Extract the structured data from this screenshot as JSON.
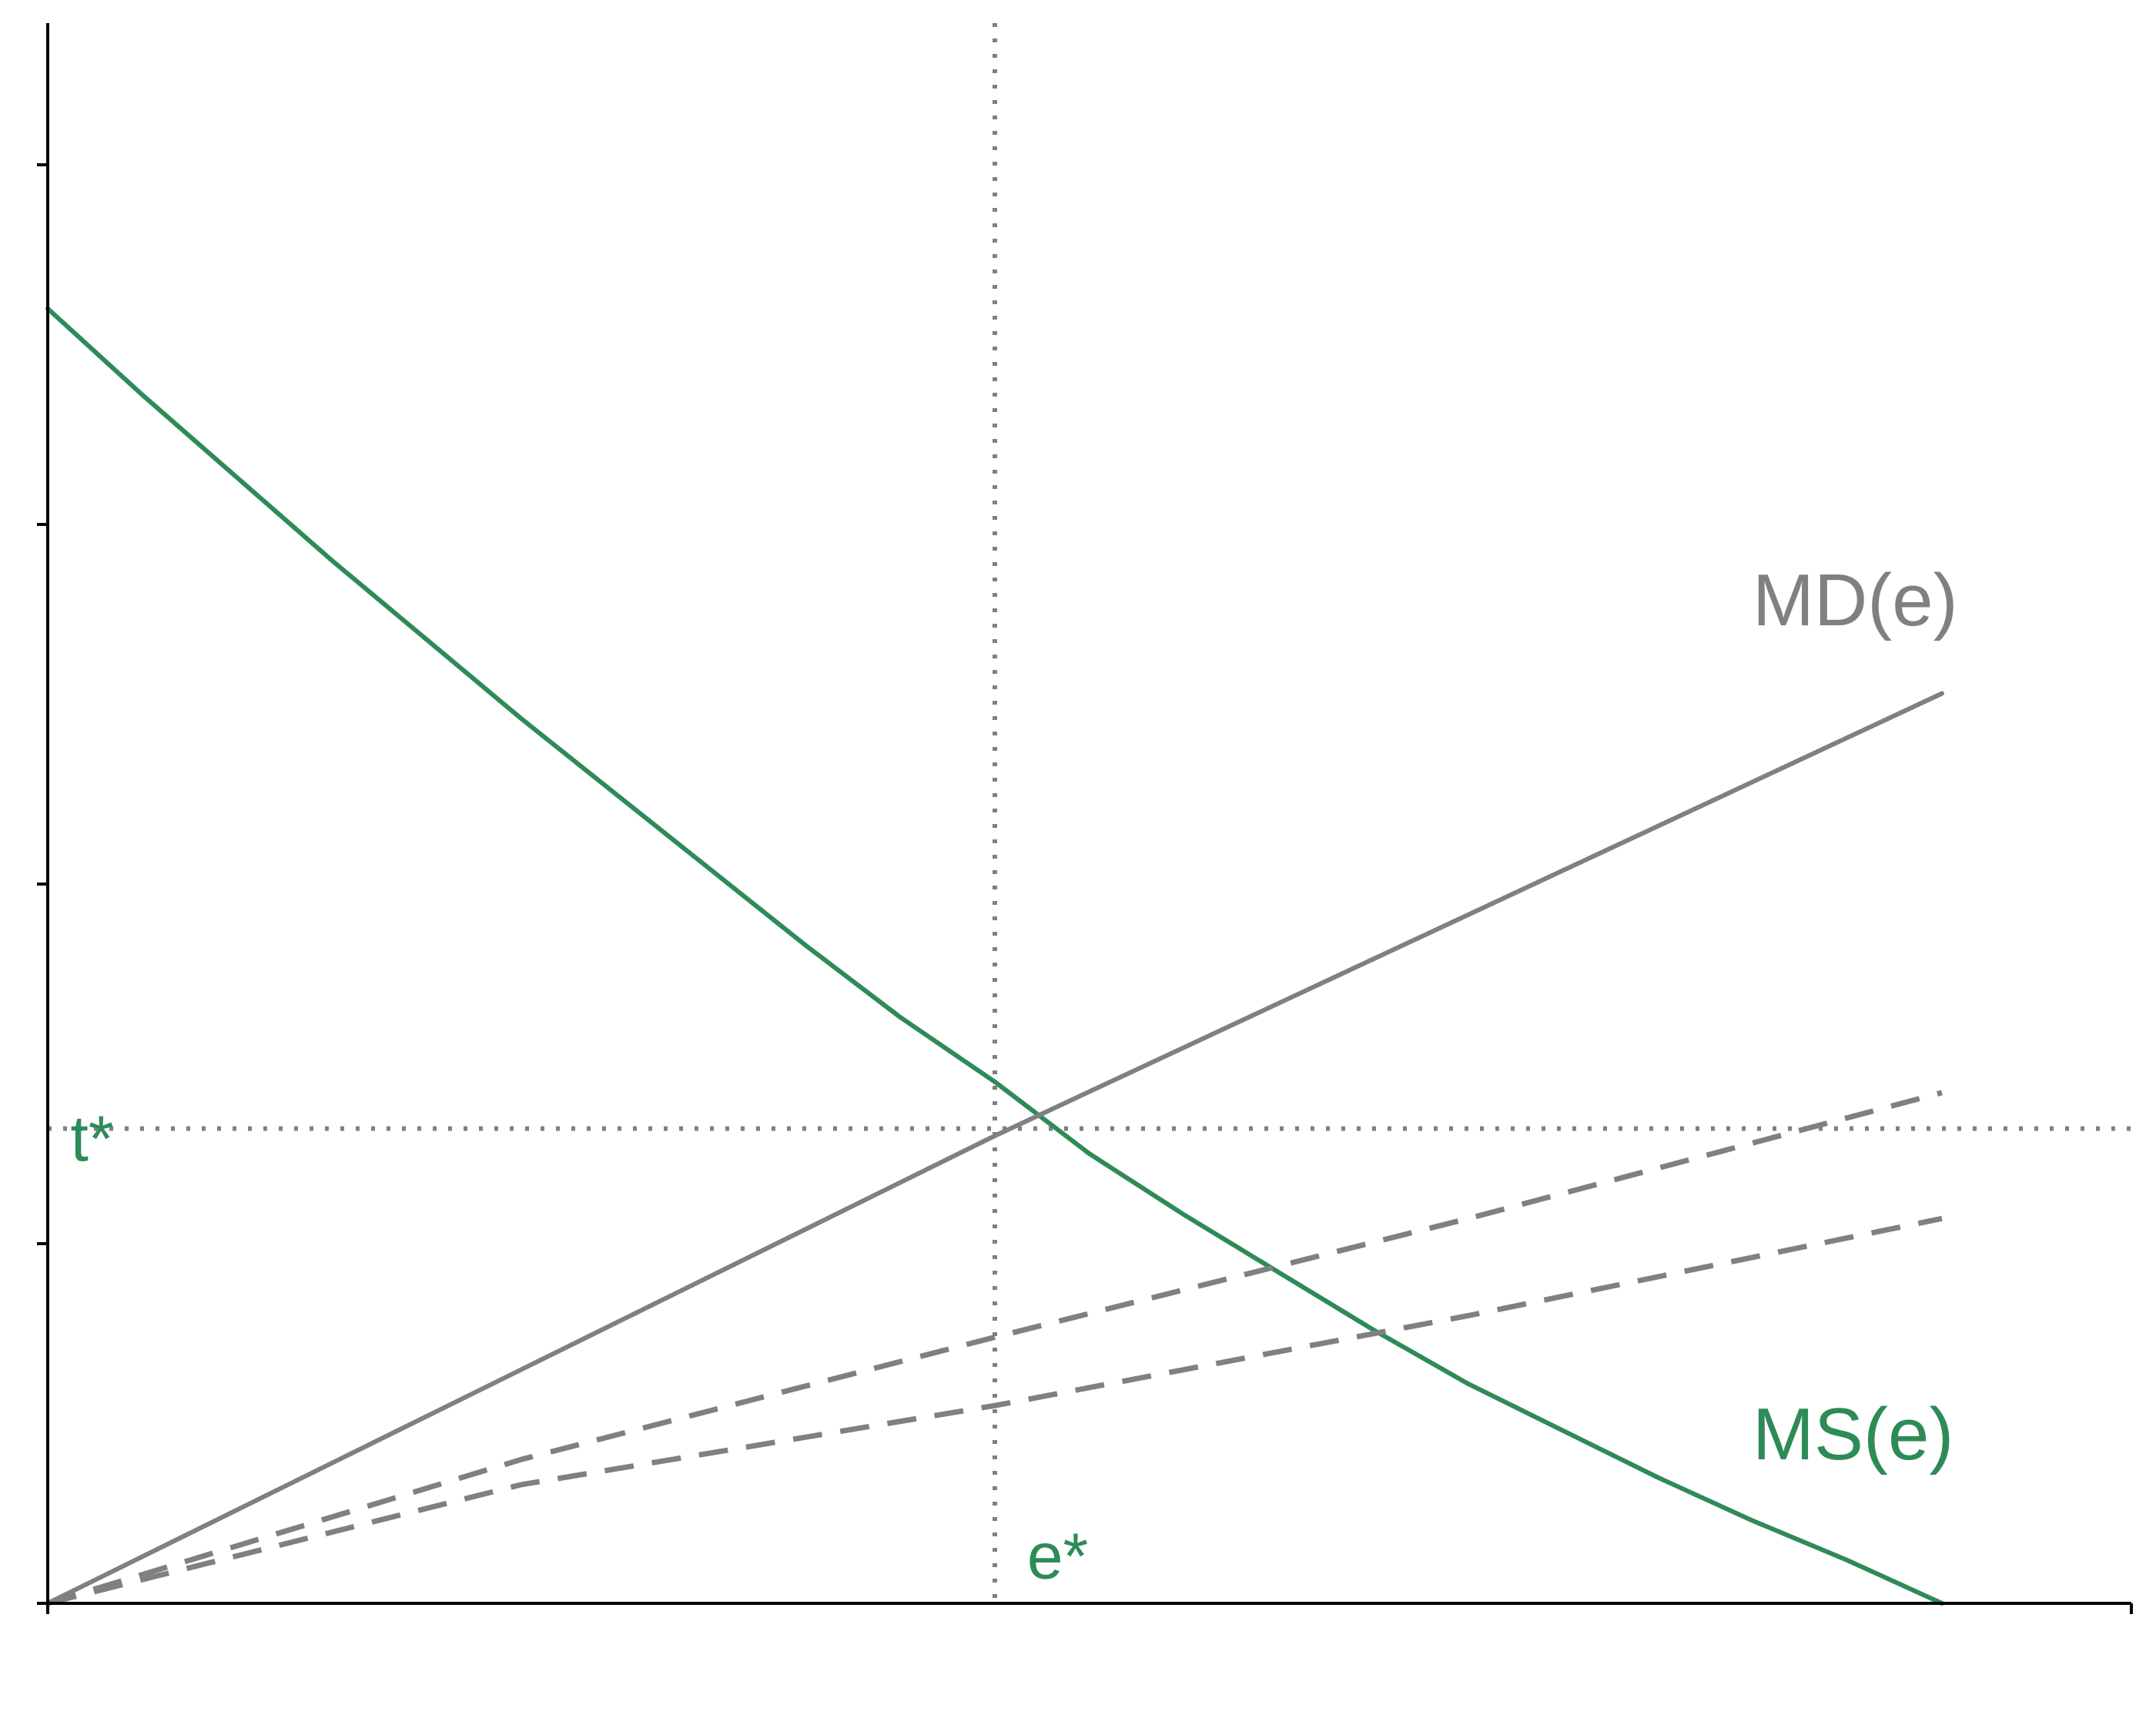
{
  "chart_data": {
    "type": "line",
    "title": "",
    "xlabel": "",
    "ylabel": "",
    "xlim": [
      0,
      1.085
    ],
    "ylim": [
      0,
      4.2
    ],
    "y_ticks": [
      0,
      1,
      2,
      3,
      4
    ],
    "x_ticks": [
      0
    ],
    "grid": false,
    "legend": "none",
    "colors": {
      "green": "#2e8b57",
      "gray": "#808080",
      "axis": "#000000"
    },
    "series": [
      {
        "name": "MS(e)",
        "style": "solid",
        "color": "#2e8b57",
        "x": [
          0,
          0.05,
          0.1,
          0.15,
          0.2,
          0.25,
          0.3,
          0.35,
          0.4,
          0.45,
          0.5,
          0.55,
          0.6,
          0.65,
          0.7,
          0.75,
          0.8,
          0.85,
          0.9,
          0.95,
          1.0
        ],
        "y": [
          3.6,
          3.36,
          3.13,
          2.9,
          2.68,
          2.46,
          2.25,
          2.04,
          1.83,
          1.63,
          1.45,
          1.25,
          1.08,
          0.92,
          0.76,
          0.61,
          0.48,
          0.35,
          0.23,
          0.12,
          0.0
        ]
      },
      {
        "name": "MD(e)",
        "style": "solid",
        "color": "#808080",
        "x": [
          0,
          0.5,
          1.0
        ],
        "y": [
          0,
          1.3,
          2.53
        ]
      },
      {
        "style": "dashed",
        "color": "#808080",
        "x": [
          0,
          0.25,
          0.5,
          0.75,
          1.0
        ],
        "y": [
          0,
          0.4,
          0.74,
          1.07,
          1.42
        ]
      },
      {
        "style": "dashed",
        "color": "#808080",
        "x": [
          0,
          0.25,
          0.5,
          0.75,
          1.0
        ],
        "y": [
          0,
          0.33,
          0.55,
          0.8,
          1.07
        ]
      }
    ],
    "reference_lines": [
      {
        "orientation": "vertical",
        "value": 0.5,
        "label": "e*",
        "style": "dotted"
      },
      {
        "orientation": "horizontal",
        "value": 1.32,
        "label": "t*",
        "style": "dotted"
      }
    ],
    "annotations": [
      {
        "text": "MD(e)",
        "x": 0.9,
        "y": 2.72,
        "color": "#808080"
      },
      {
        "text": "MS(e)",
        "x": 0.9,
        "y": 0.4,
        "color": "#2e8b57"
      },
      {
        "text": "e*",
        "x": 0.517,
        "y": 0.07,
        "color": "#2e8b57"
      },
      {
        "text": "t*",
        "x": 0.012,
        "y": 1.23,
        "color": "#2e8b57"
      }
    ]
  }
}
